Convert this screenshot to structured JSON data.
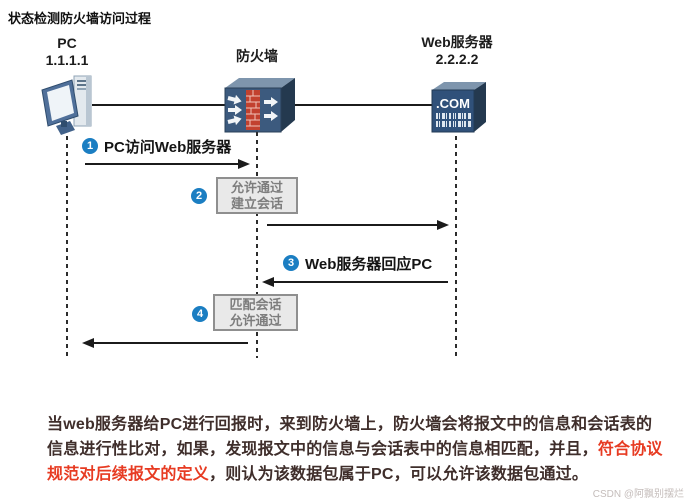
{
  "page": {
    "title": "状态检测防火墙访问过程",
    "watermark": "CSDN @阿飘别摆烂"
  },
  "diagram": {
    "nodes": {
      "pc": {
        "name": "PC",
        "ip": "1.1.1.1"
      },
      "firewall": {
        "name": "防火墙"
      },
      "web_server": {
        "name": "Web服务器",
        "ip": "2.2.2.2",
        "icon_label": ".COM"
      }
    },
    "steps": {
      "s1": {
        "num": "1",
        "label": "PC访问Web服务器"
      },
      "s2": {
        "num": "2",
        "box": [
          "允许通过",
          "建立会话"
        ]
      },
      "s3": {
        "num": "3",
        "label": "Web服务器回应PC"
      },
      "s4": {
        "num": "4",
        "box": [
          "匹配会话",
          "允许通过"
        ]
      }
    }
  },
  "note": {
    "part1": "当web服务器给PC进行回报时，来到防火墙上，防火墙会将报文中的信息和会话表的信息进行性比对，如果，发现报文中的信息与会话表中的信息相匹配，并且，",
    "highlight": "符合协议规范对后续报文的定义",
    "part2": "，则认为该数据包属于PC，可以允许该数据包通过。"
  },
  "colors": {
    "badge_blue": "#1b7ec2",
    "device_blue": "#3c5a7e",
    "brick_red": "#c2412f",
    "box_gray": "#e9e9e9",
    "note_text": "#3f2e2b",
    "highlight_red": "#e73b22"
  }
}
